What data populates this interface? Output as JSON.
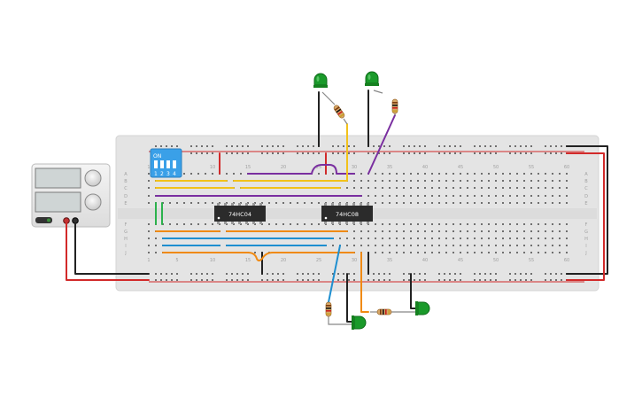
{
  "breadboard": {
    "column_numbers": [
      "1",
      "5",
      "10",
      "15",
      "20",
      "25",
      "30",
      "35",
      "40",
      "45",
      "50",
      "55",
      "60"
    ],
    "row_letters_top": [
      "A",
      "B",
      "C",
      "D",
      "E"
    ],
    "row_letters_bottom": [
      "F",
      "G",
      "H",
      "I",
      "J"
    ]
  },
  "dip_switch": {
    "label": "ON",
    "numbers": [
      "1",
      "2",
      "3",
      "4"
    ],
    "body_color": "#3aa0e8"
  },
  "chips": [
    {
      "label": "74HC04"
    },
    {
      "label": "74HC08"
    }
  ],
  "power_supply": {
    "led_on_color": "#3b8f3b"
  },
  "colors": {
    "wire_red": "#d22a2a",
    "wire_black": "#222222",
    "wire_yellow": "#f2c21b",
    "wire_purple": "#7a2fa0",
    "wire_blue": "#1e8fd0",
    "wire_orange": "#f08a12",
    "wire_green": "#2bb24c",
    "led_green": "#1a9a2a"
  }
}
